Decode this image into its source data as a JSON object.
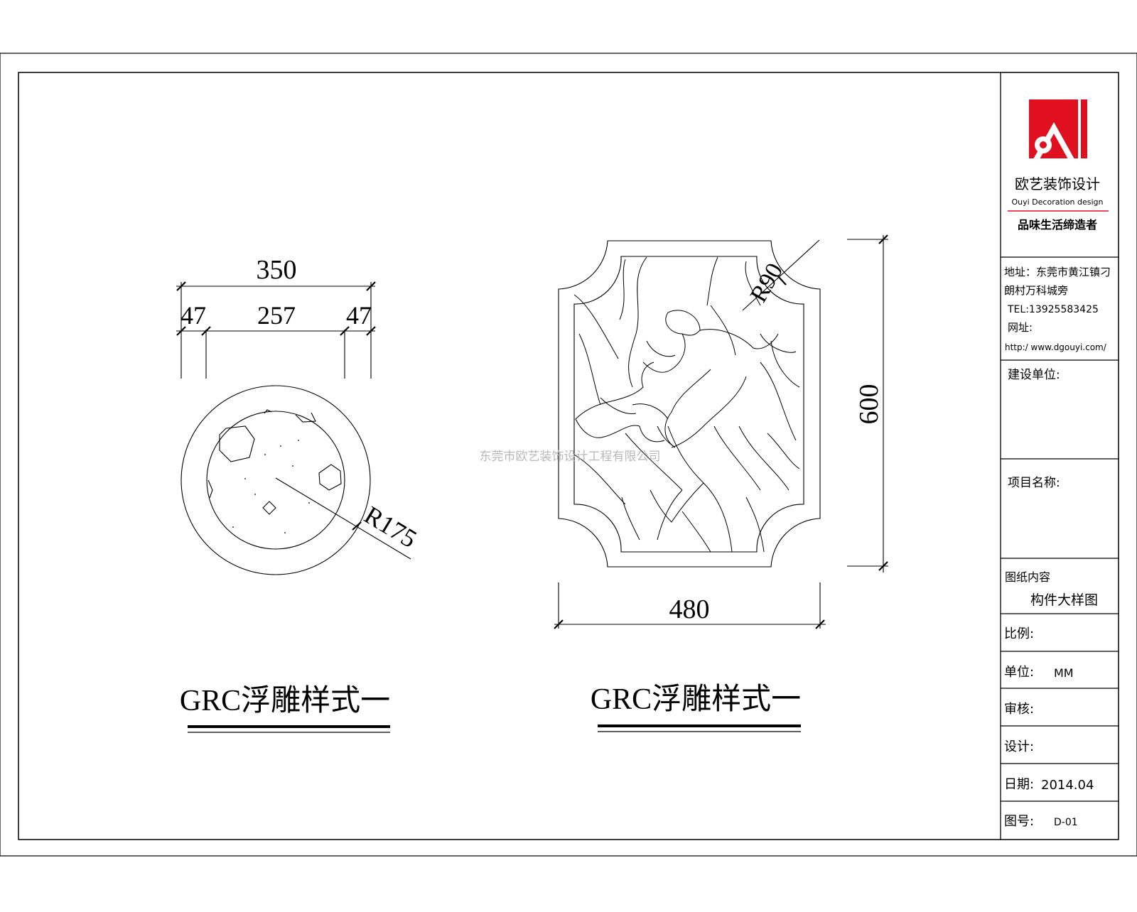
{
  "drawing": {
    "round_piece": {
      "dim_total": "350",
      "dim_left": "47",
      "dim_middle": "257",
      "dim_right": "47",
      "radius_label": "R175",
      "caption": "GRC浮雕样式一"
    },
    "rect_piece": {
      "dim_height": "600",
      "dim_width": "480",
      "radius_label": "R90",
      "caption": "GRC浮雕样式一"
    },
    "watermark": "东莞市欧艺装饰设计工程有限公司"
  },
  "title_block": {
    "company_cn": "欧艺装饰设计",
    "company_en": "Ouyi Decoration design",
    "slogan": "品味生活缔造者",
    "address_line1": "地址：东莞市黄江镇刁",
    "address_line2": "朗村万科城旁",
    "tel": "TEL:13925583425",
    "website_label": "网址:",
    "website": "http:/ www.dgouyi.com/",
    "client_label": "建设单位:",
    "project_label": "项目名称:",
    "content_label": "图纸内容",
    "content_value": "构件大样图",
    "scale_label": "比例:",
    "unit_label": "单位:",
    "unit_value": "MM",
    "review_label": "审核:",
    "design_label": "设计:",
    "date_label": "日期:",
    "date_value": "2014.04",
    "drawing_no_label": "图号:",
    "drawing_no_value": "D-01"
  },
  "colors": {
    "logo_red": "#e01020",
    "line": "#000000",
    "watermark": "#b8b8b8"
  }
}
